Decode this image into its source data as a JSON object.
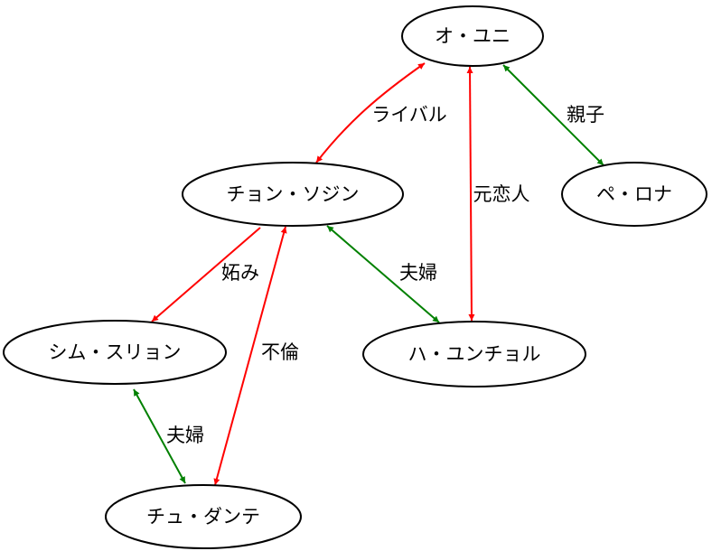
{
  "nodes": {
    "oyuni": "オ・ユニ",
    "chonsojin": "チョン・ソジン",
    "perona": "ペ・ロナ",
    "simsuryon": "シム・スリョン",
    "hayunchoru": "ハ・ユンチョル",
    "chudante": "チュ・ダンテ"
  },
  "edges": [
    {
      "from": "オ・ユニ",
      "to": "チョン・ソジン",
      "label": "ライバル",
      "color": "#ff0000",
      "direction": "both"
    },
    {
      "from": "オ・ユニ",
      "to": "ハ・ユンチョル",
      "label": "元恋人",
      "color": "#ff0000",
      "direction": "both"
    },
    {
      "from": "オ・ユニ",
      "to": "ペ・ロナ",
      "label": "親子",
      "color": "#008000",
      "direction": "both"
    },
    {
      "from": "チョン・ソジン",
      "to": "シム・スリョン",
      "label": "妬み",
      "color": "#ff0000",
      "direction": "forward"
    },
    {
      "from": "チョン・ソジン",
      "to": "ハ・ユンチョル",
      "label": "夫婦",
      "color": "#008000",
      "direction": "both"
    },
    {
      "from": "チョン・ソジン",
      "to": "チュ・ダンテ",
      "label": "不倫",
      "color": "#ff0000",
      "direction": "both"
    },
    {
      "from": "シム・スリョン",
      "to": "チュ・ダンテ",
      "label": "夫婦",
      "color": "#008000",
      "direction": "both"
    }
  ]
}
